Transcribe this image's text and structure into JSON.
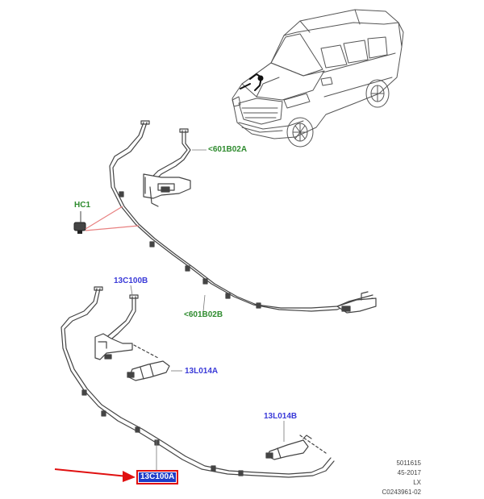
{
  "labels": {
    "c601b02a": "<601B02A",
    "hc1": "HC1",
    "c13c100b": "13C100B",
    "c601b02b": "<601B02B",
    "c13l014a": "13L014A",
    "c13l014b": "13L014B",
    "c13c100a": "13C100A"
  },
  "meta": {
    "line1": "5011615",
    "line2": "45-2017",
    "line3": "LX",
    "line4": "C0243961-02"
  },
  "colors": {
    "green_label": "#2e8b2e",
    "blue_label": "#3a3ad8",
    "selection_border": "#e01010",
    "selection_fill": "#1e3cc8",
    "arrow": "#e01010",
    "leader": "#e88080"
  }
}
